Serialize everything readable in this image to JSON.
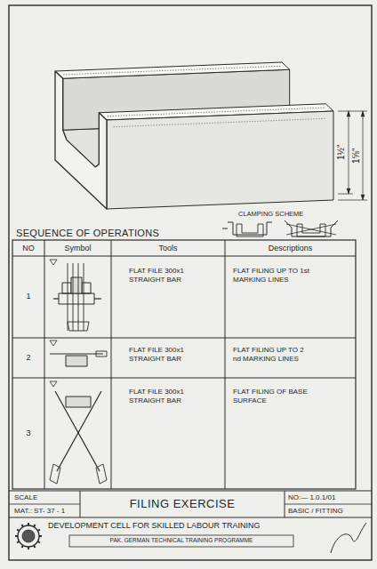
{
  "diagram": {
    "title": "FILING EXERCISE",
    "labels": [
      "1½\"",
      "1⅝\"",
      "CLAMPING SCHEME",
      "SEQUENCE OF OPERATIONS",
      "NO",
      "Symbol",
      "Tools",
      "Descriptions",
      "1",
      "FLAT FILE 300x1 STRAIGHT BAR",
      "FLAT FILING UP TO 1st MARKING LINES",
      "2",
      "FLAT FILE 300x1 STRAIGHT BAR",
      "FLAT FILING UP TO 2 nd MARKING LINES",
      "3",
      "FLAT FILE 300x1 STRAIGHT BAR",
      "FLAT FILING OF BASE SURFACE",
      "SCALE",
      "MAT.: ST- 37 - 1",
      "NO:— 1.0.1/01",
      "BASIC / FITTING",
      "DEVELOPMENT CELL FOR SKILLED LABOUR TRAINING",
      "PAK. GERMAN TECHNICAL TRAINING PROGRAMME"
    ]
  }
}
